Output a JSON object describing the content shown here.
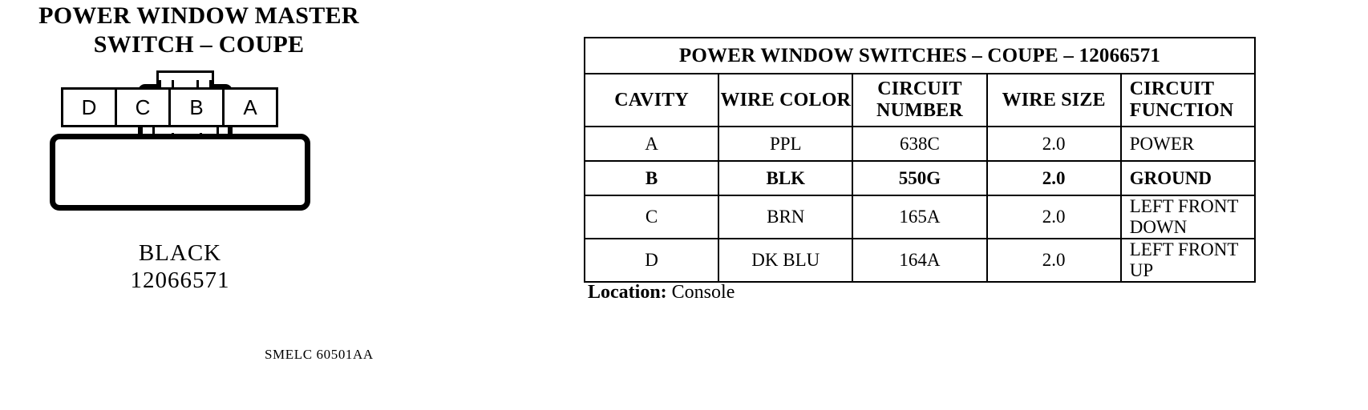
{
  "title": {
    "line1": "POWER WINDOW MASTER",
    "line2": "SWITCH – COUPE"
  },
  "connector": {
    "cavities": [
      {
        "label": "D"
      },
      {
        "label": "C"
      },
      {
        "label": "B"
      },
      {
        "label": "A"
      }
    ],
    "caption_color": "BLACK",
    "caption_part_number": "12066571"
  },
  "footer": {
    "code": "SMELC 60501AA"
  },
  "table": {
    "title": "POWER WINDOW SWITCHES – COUPE – 12066571",
    "columns": [
      "CAVITY",
      "WIRE COLOR",
      "CIRCUIT NUMBER",
      "WIRE SIZE",
      "CIRCUIT FUNCTION"
    ],
    "rows": [
      {
        "cavity": "A",
        "wire_color": "PPL",
        "circuit_number": "638C",
        "wire_size": "2.0",
        "circuit_function": "POWER"
      },
      {
        "cavity": "B",
        "wire_color": "BLK",
        "circuit_number": "550G",
        "wire_size": "2.0",
        "circuit_function": "GROUND"
      },
      {
        "cavity": "C",
        "wire_color": "BRN",
        "circuit_number": "165A",
        "wire_size": "2.0",
        "circuit_function": "LEFT FRONT DOWN"
      },
      {
        "cavity": "D",
        "wire_color": "DK BLU",
        "circuit_number": "164A",
        "wire_size": "2.0",
        "circuit_function": "LEFT FRONT UP"
      }
    ]
  },
  "location": {
    "label": "Location:",
    "value": "Console"
  },
  "colors": {
    "ink": "#000000",
    "page": "#ffffff"
  }
}
